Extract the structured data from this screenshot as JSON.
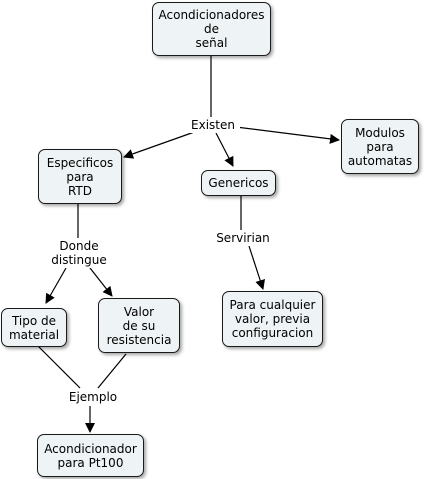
{
  "nodes": {
    "root": "Acondicionadores\nde\nseñal",
    "especificos": "Especificos\npara\nRTD",
    "genericos": "Genericos",
    "modulos": "Modulos\npara\nautomatas",
    "tipo_material": "Tipo de\nmaterial",
    "valor_resistencia": "Valor\nde su\nresistencia",
    "para_cualquier": "Para cualquier\nvalor, previa\nconfiguracion",
    "pt100": "Acondicionador\npara Pt100"
  },
  "links": {
    "existen": "Existen",
    "donde_distingue": "Donde\ndistingue",
    "servirian": "Servirian",
    "ejemplo": "Ejemplo"
  }
}
